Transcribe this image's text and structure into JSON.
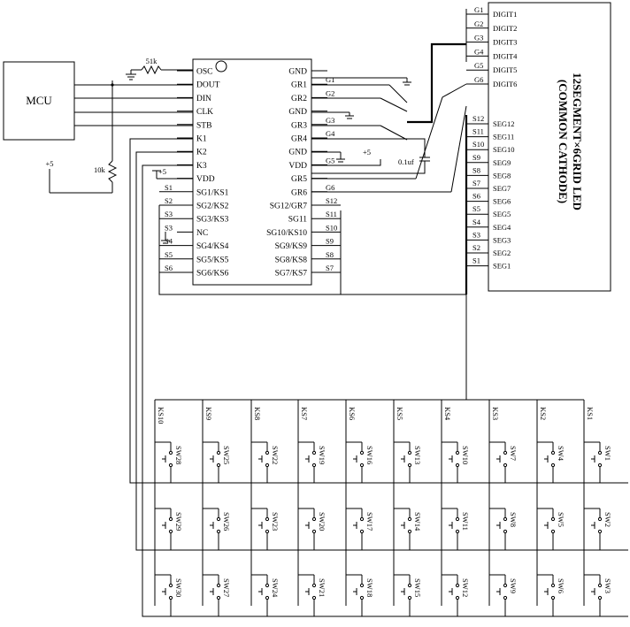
{
  "mcu": {
    "label": "MCU"
  },
  "passives": {
    "r_osc": "51k",
    "r_pull": "10k",
    "cap": "0.1uf",
    "supply": "+5"
  },
  "chip": {
    "left_pins": [
      "OSC",
      "DOUT",
      "DIN",
      "CLK",
      "STB",
      "K1",
      "K2",
      "K3",
      "VDD",
      "SG1/KS1",
      "SG2/KS2",
      "SG3/KS3",
      "NC",
      "SG4/KS4",
      "SG5/KS5",
      "SG6/KS6"
    ],
    "right_pins": [
      "GND",
      "GR1",
      "GR2",
      "GND",
      "GR3",
      "GR4",
      "GND",
      "VDD",
      "GR5",
      "GR6",
      "SG12/GR7",
      "SG11",
      "SG10/KS10",
      "SG9/KS9",
      "SG8/KS8",
      "SG7/KS7"
    ]
  },
  "nets": {
    "g_right": [
      "G1",
      "G2",
      "",
      "G3",
      "G4",
      "",
      "G5",
      "",
      "G6"
    ],
    "s_left": [
      "S1",
      "S2",
      "S3",
      "",
      "S4",
      "S5",
      "S6"
    ],
    "s_right": [
      "S12",
      "S11",
      "S10",
      "S9",
      "S8",
      "S7"
    ]
  },
  "led": {
    "title": "12SEGMENT×6GRID LED",
    "subtitle": "(COMMON CATHODE)",
    "g_labels": [
      "G1",
      "G2",
      "G3",
      "G4",
      "G5",
      "G6"
    ],
    "digits": [
      "DIGIT1",
      "DIGIT2",
      "DIGIT3",
      "DIGIT4",
      "DIGIT5",
      "DIGIT6"
    ],
    "s_labels": [
      "S12",
      "S11",
      "S10",
      "S9",
      "S8",
      "S7",
      "S6",
      "S5",
      "S4",
      "S3",
      "S2",
      "S1"
    ],
    "segs": [
      "SEG12",
      "SEG11",
      "SEG10",
      "SEG9",
      "SEG8",
      "SEG7",
      "SEG6",
      "SEG5",
      "SEG4",
      "SEG3",
      "SEG2",
      "SEG1"
    ]
  },
  "keypad": {
    "columns": [
      "KS10",
      "KS9",
      "KS8",
      "KS7",
      "KS6",
      "KS5",
      "KS4",
      "KS3",
      "KS2",
      "KS1"
    ],
    "rows": [
      [
        "SW28",
        "SW25",
        "SW22",
        "SW19",
        "SW16",
        "SW13",
        "SW10",
        "SW7",
        "SW4",
        "SW1"
      ],
      [
        "SW29",
        "SW26",
        "SW23",
        "SW20",
        "SW17",
        "SW14",
        "SW11",
        "SW8",
        "SW5",
        "SW2"
      ],
      [
        "SW30",
        "SW27",
        "SW24",
        "SW21",
        "SW18",
        "SW15",
        "SW12",
        "SW9",
        "SW6",
        "SW3"
      ]
    ]
  }
}
